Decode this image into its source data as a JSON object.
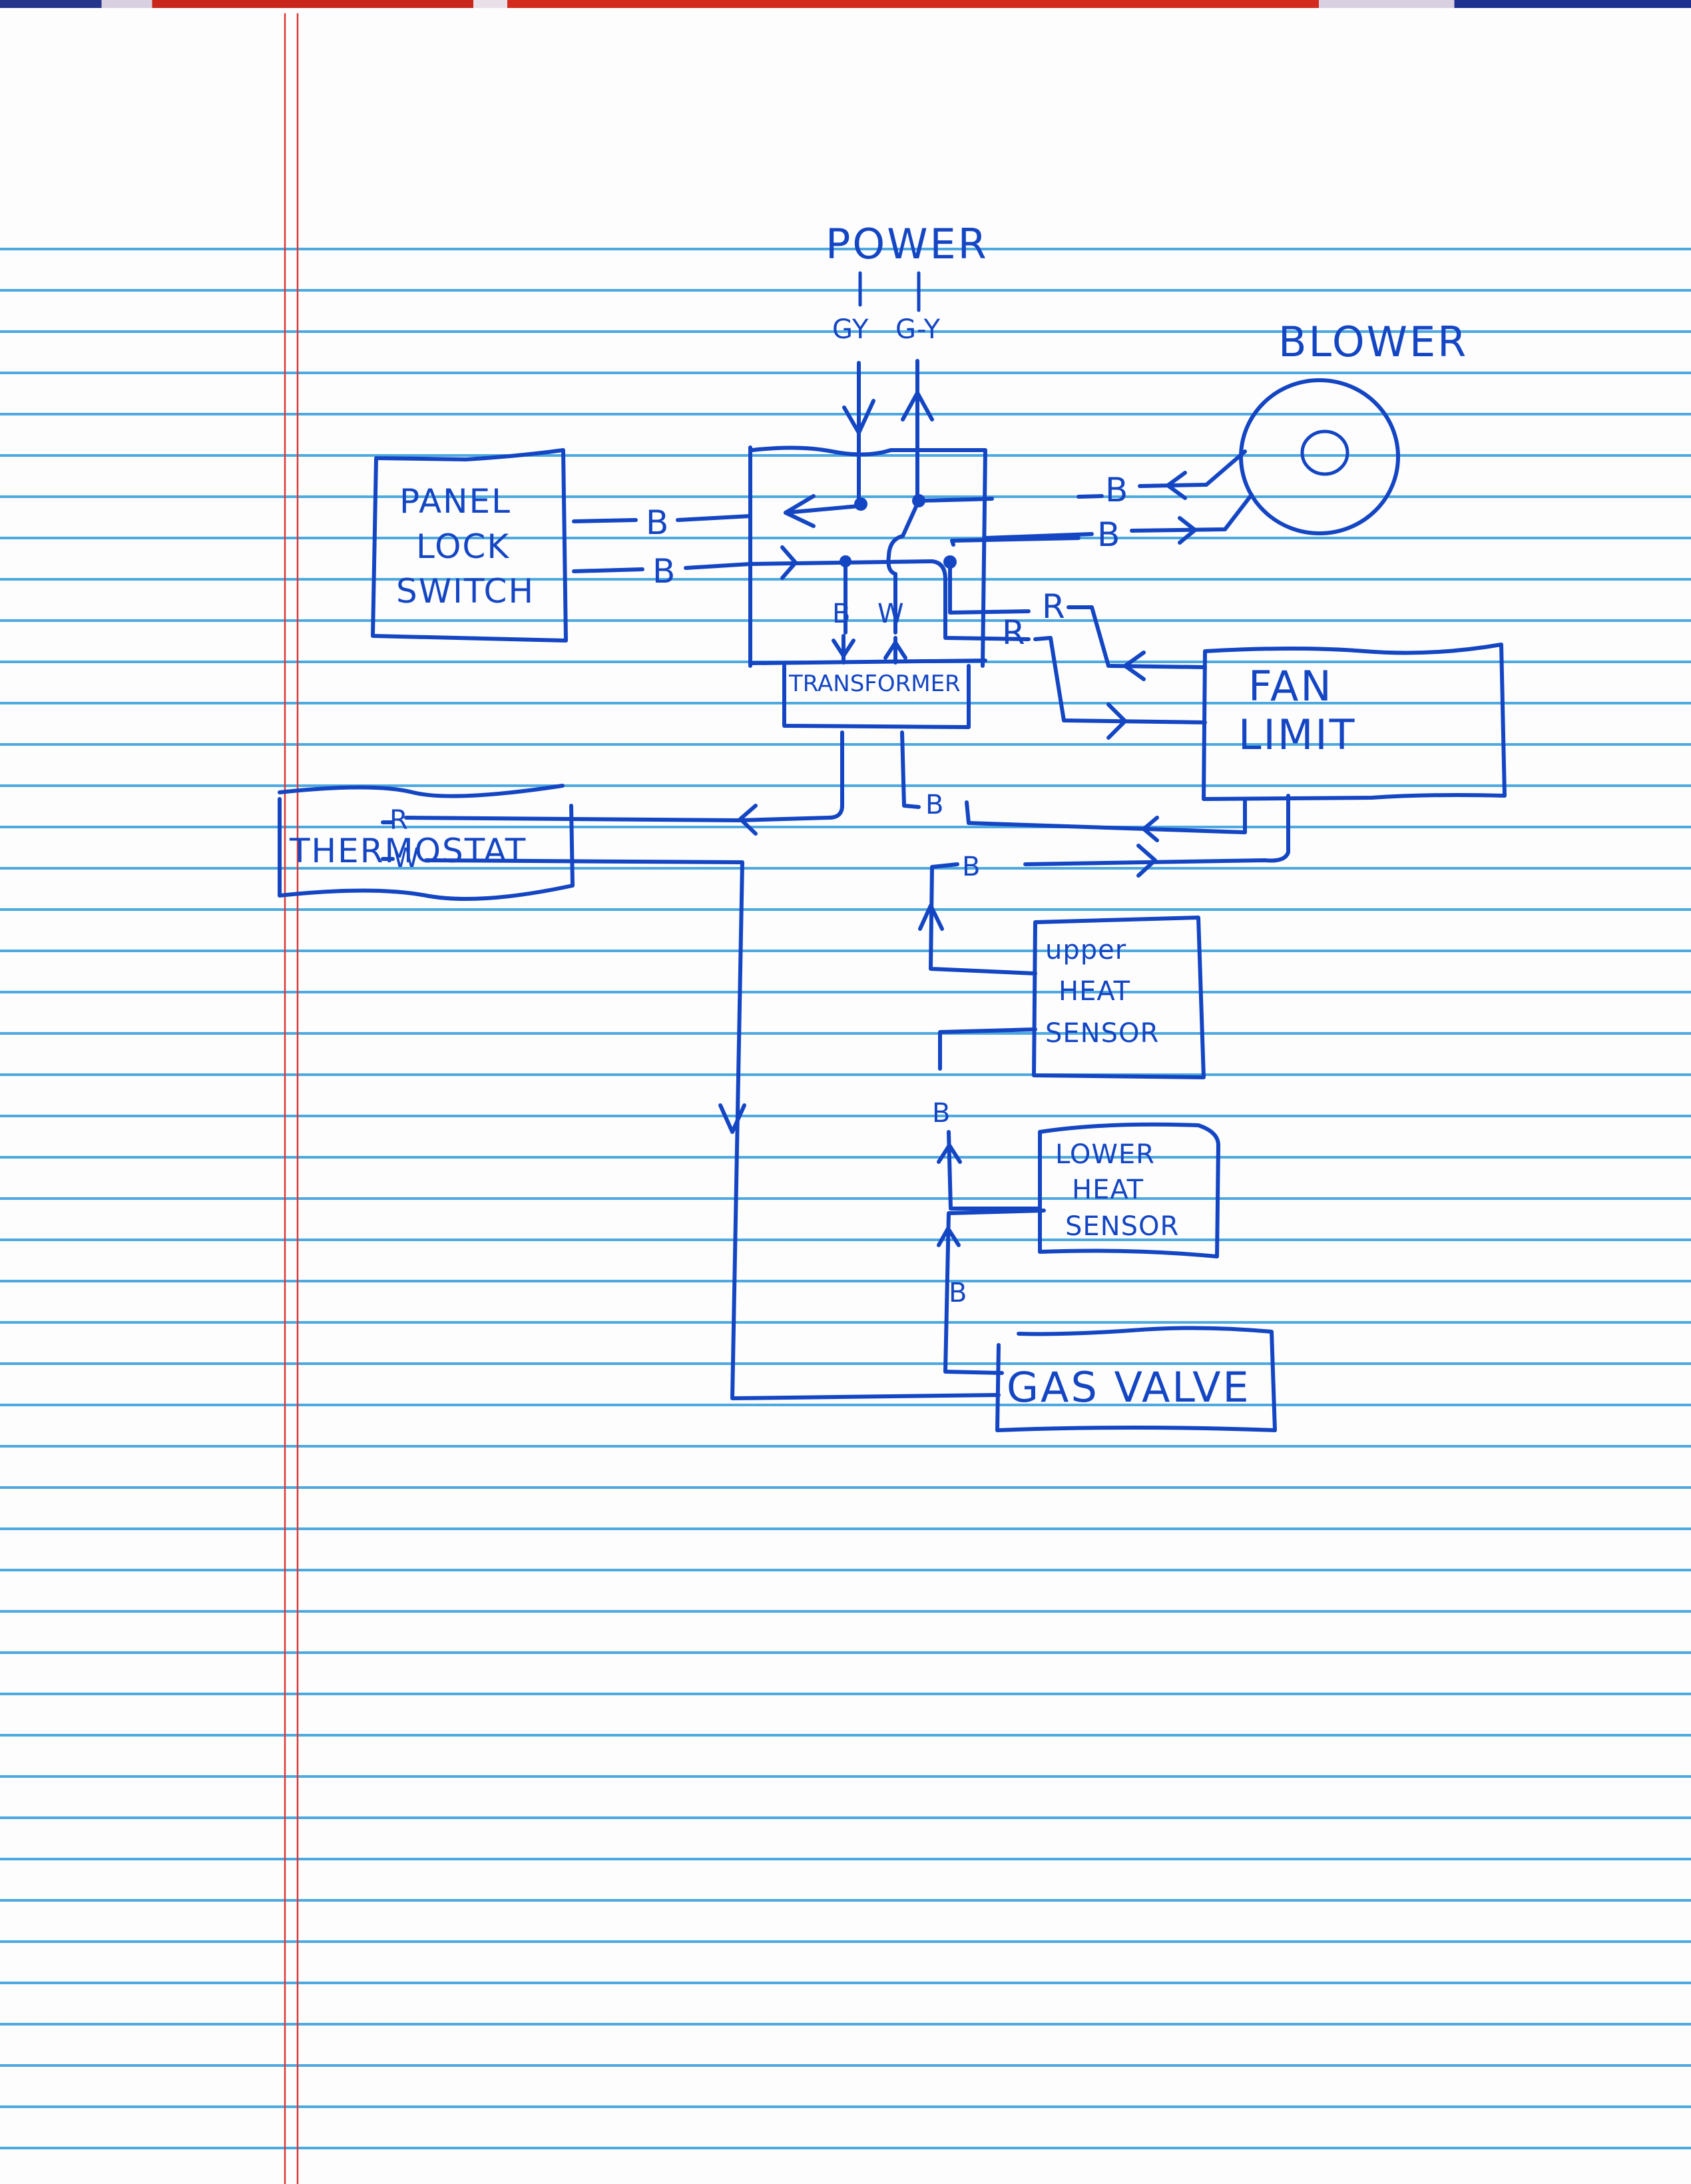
{
  "page": {
    "type": "hand-drawn wiring diagram on ruled notebook paper",
    "colors": {
      "ink": "#1446c4",
      "ruled_line": "#3aa0dc",
      "margin_line": "#d8383a",
      "paper": "#fdfdfd"
    }
  },
  "power": {
    "label": "POWER",
    "wire_left": "GY",
    "wire_right": "G-Y"
  },
  "blower": {
    "label": "BLOWER"
  },
  "components": {
    "panel_lock_switch": [
      "PANEL",
      "LOCK",
      "SWITCH"
    ],
    "transformer": "TRANSFORMER",
    "fan_limit": [
      "FAN",
      "LIMIT"
    ],
    "thermostat": "THERMOSTAT",
    "upper_heat_sensor": [
      "upper",
      "HEAT",
      "SENSOR"
    ],
    "lower_heat_sensor": [
      "LOWER",
      "HEAT",
      "SENSOR"
    ],
    "gas_valve": "GAS VALVE"
  },
  "wire_labels": {
    "panel_to_junction_top": "B",
    "panel_to_junction_bottom": "B",
    "junction_to_blower_top": "B",
    "junction_to_blower_bottom": "B",
    "transformer_in_left": "B",
    "transformer_in_right": "W",
    "fan_limit_r_top": "R",
    "fan_limit_r_bottom": "R",
    "thermostat_r": "R",
    "thermostat_w": "W",
    "transformer_to_fan_limit": "B",
    "fan_limit_to_upper_sensor": "B",
    "upper_to_lower_sensor": "B",
    "lower_sensor_to_gas_valve": "B"
  }
}
